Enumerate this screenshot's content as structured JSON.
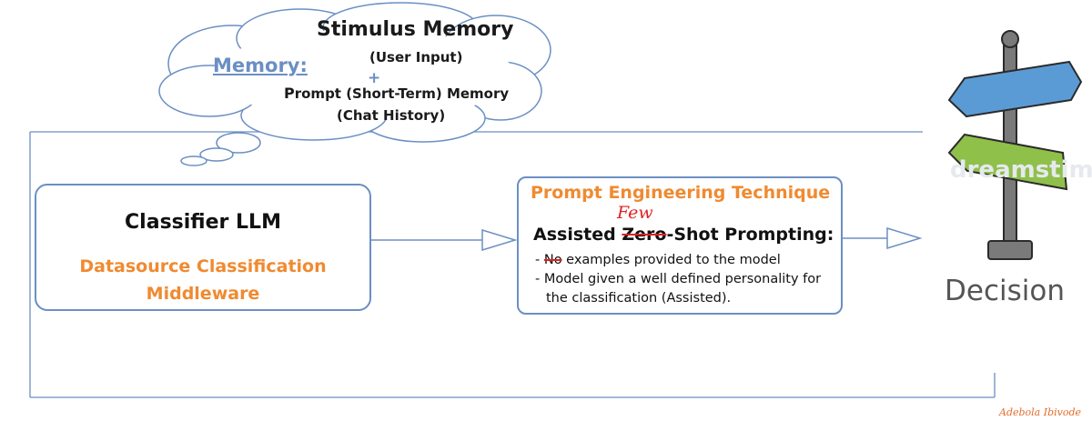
{
  "cloud": {
    "title": "Stimulus Memory",
    "subtitle1": "(User Input)",
    "plus": "+",
    "line_prefix": "P",
    "line_rest": "rompt (Short-Term) Memory",
    "subtitle2": "(Chat History)"
  },
  "memory_label": "Memory:",
  "classifier": {
    "title": "Classifier LLM",
    "subtitle_line1": "Datasource Classification",
    "subtitle_line2": "Middleware"
  },
  "prompt_box": {
    "title": "Prompt Engineering Technique",
    "correction": "Few",
    "heading_before": "Assisted ",
    "heading_struck": "Zero",
    "heading_after": "-Shot Prompting:",
    "bullet1_prefix": "- ",
    "bullet1_struck": "No",
    "bullet1_rest": " examples provided to the model",
    "bullet2": "- Model given a well defined personality for the classification (Assisted)."
  },
  "decision_label": "Decision",
  "watermark": "dreamstime",
  "author": "Adebola Ibivode",
  "colors": {
    "line_blue": "#6b8fc3",
    "accent_orange": "#f08a30",
    "correction_red": "#e02020",
    "sign_blue": "#5b9bd5",
    "sign_green": "#8fc04a",
    "post_gray": "#7a7a7a"
  }
}
